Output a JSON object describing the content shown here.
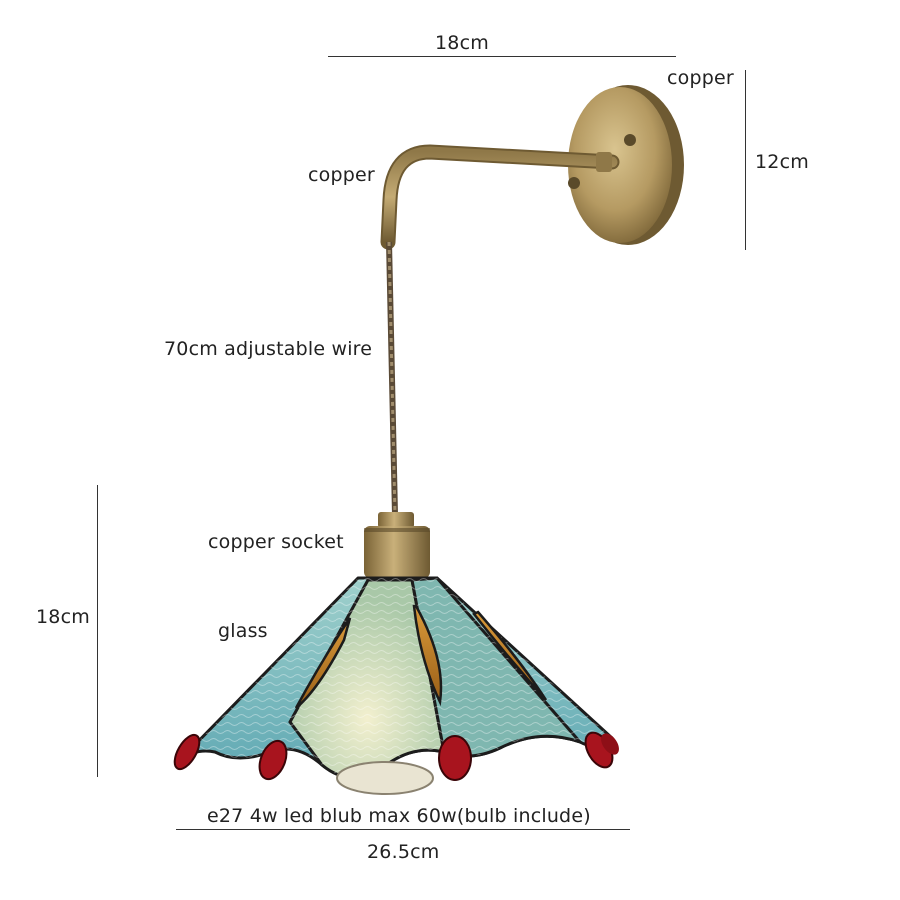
{
  "labels": {
    "top_width": "18cm",
    "backplate_material": "copper",
    "backplate_height": "12cm",
    "arm_material": "copper",
    "wire": "70cm adjustable wire",
    "socket": "copper socket",
    "shade_height": "18cm",
    "shade_material": "glass",
    "bulb": "e27 4w led blub max 60w(bulb include)",
    "shade_width": "26.5cm"
  },
  "colors": {
    "brass": "#b59a62",
    "glass_teal": "#8cc5c6",
    "glass_amber": "#c98a2a",
    "bead_red": "#a8141e",
    "lead": "#1c1c1c"
  }
}
